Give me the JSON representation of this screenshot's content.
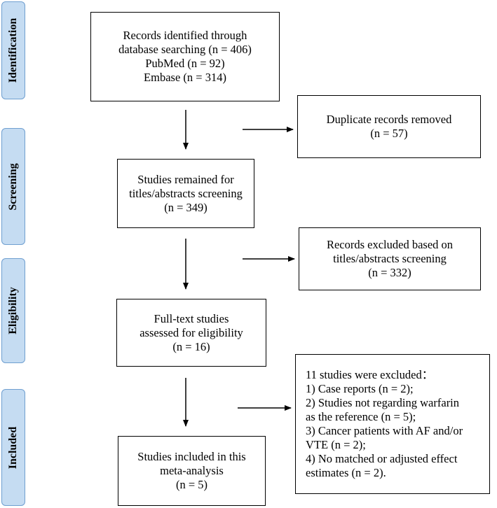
{
  "phases": {
    "identification": "Identification",
    "screening": "Screening",
    "eligibility": "Eligibility",
    "included": "Included"
  },
  "boxes": {
    "records_identified": [
      "Records identified through",
      "database searching (n = 406)",
      "PubMed (n = 92)",
      "Embase (n = 314)"
    ],
    "duplicates_removed": [
      "Duplicate records removed",
      "(n = 57)"
    ],
    "studies_screened": [
      "Studies remained for",
      "titles/abstracts screening",
      "(n = 349)"
    ],
    "records_excluded": [
      "Records excluded based on",
      "titles/abstracts screening",
      "(n = 332)"
    ],
    "fulltext_assessed": [
      "Full-text studies",
      "assessed for eligibility",
      "(n = 16)"
    ],
    "studies_excluded": [
      "11 studies were excluded：",
      "1) Case reports (n = 2);",
      "2) Studies not regarding warfarin",
      "as the reference (n = 5);",
      "3) Cancer patients with AF and/or",
      "VTE (n = 2);",
      "4) No matched or adjusted effect",
      "estimates (n = 2)."
    ],
    "studies_included": [
      "Studies included in this",
      "meta-analysis",
      "(n = 5)"
    ]
  }
}
